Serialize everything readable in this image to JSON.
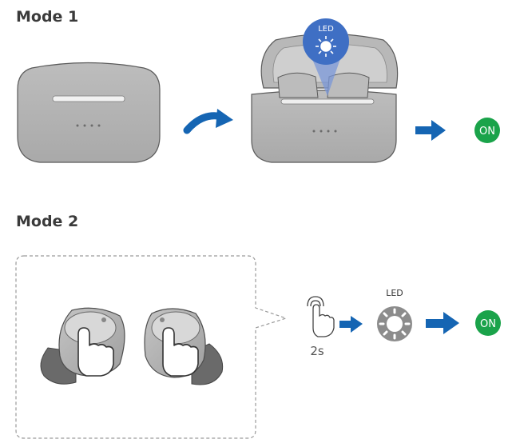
{
  "mode1": {
    "heading": "Mode 1",
    "led_label": "LED",
    "on_badge": "ON"
  },
  "mode2": {
    "heading": "Mode 2",
    "hold_duration": "2s",
    "led_label": "LED",
    "on_badge": "ON"
  },
  "colors": {
    "arrow_blue": "#1565b3",
    "on_green": "#1aa34a",
    "case_gray": "#b3b3b3",
    "led_blue": "#3f6fc4"
  }
}
